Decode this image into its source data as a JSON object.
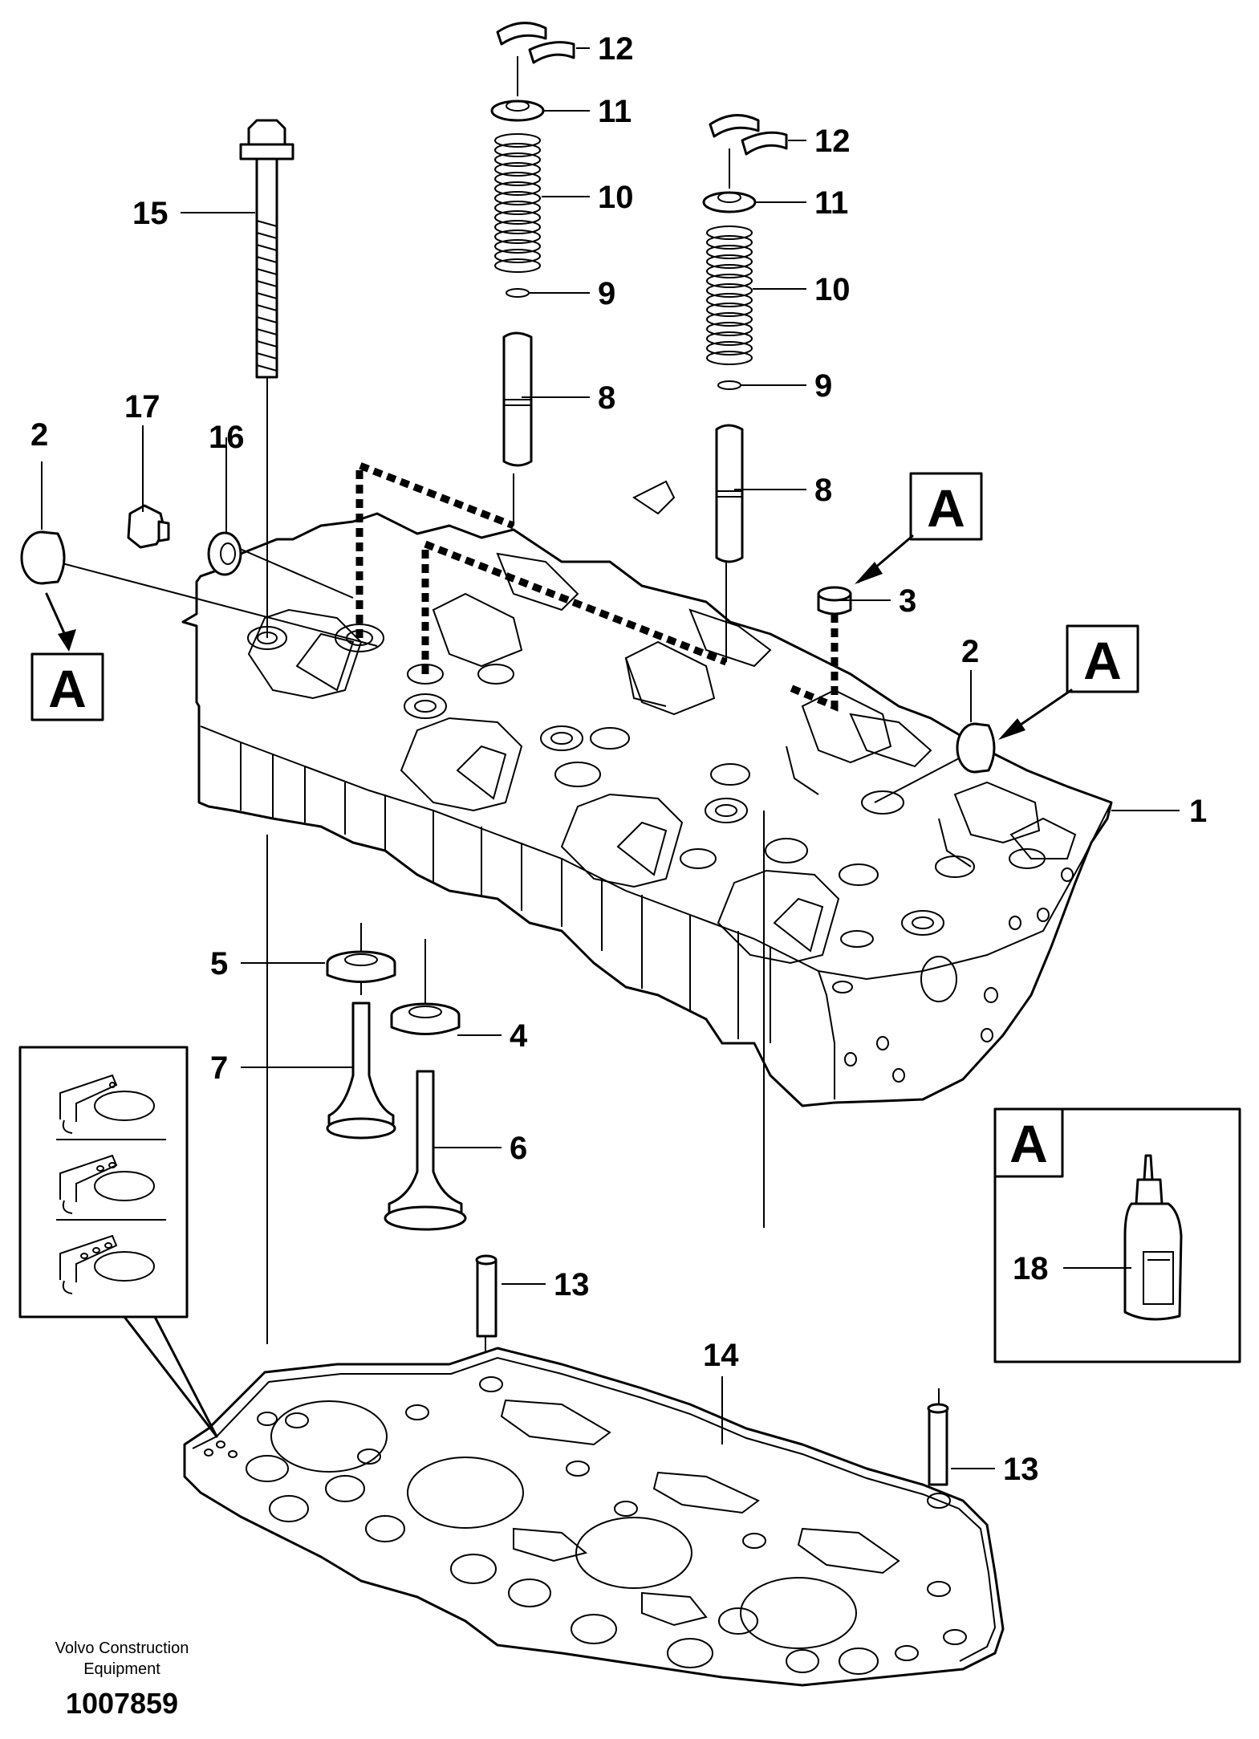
{
  "callouts": {
    "c1": "1",
    "c2a": "2",
    "c2b": "2",
    "c3": "3",
    "c4": "4",
    "c5": "5",
    "c6": "6",
    "c7": "7",
    "c8a": "8",
    "c8b": "8",
    "c9a": "9",
    "c9b": "9",
    "c10a": "10",
    "c10b": "10",
    "c11a": "11",
    "c11b": "11",
    "c12a": "12",
    "c12b": "12",
    "c13a": "13",
    "c13b": "13",
    "c14": "14",
    "c15": "15",
    "c16": "16",
    "c17": "17",
    "c18": "18"
  },
  "detail_marker": "A",
  "credit": {
    "line1": "Volvo Construction",
    "line2": "Equipment"
  },
  "document_number": "1007859"
}
